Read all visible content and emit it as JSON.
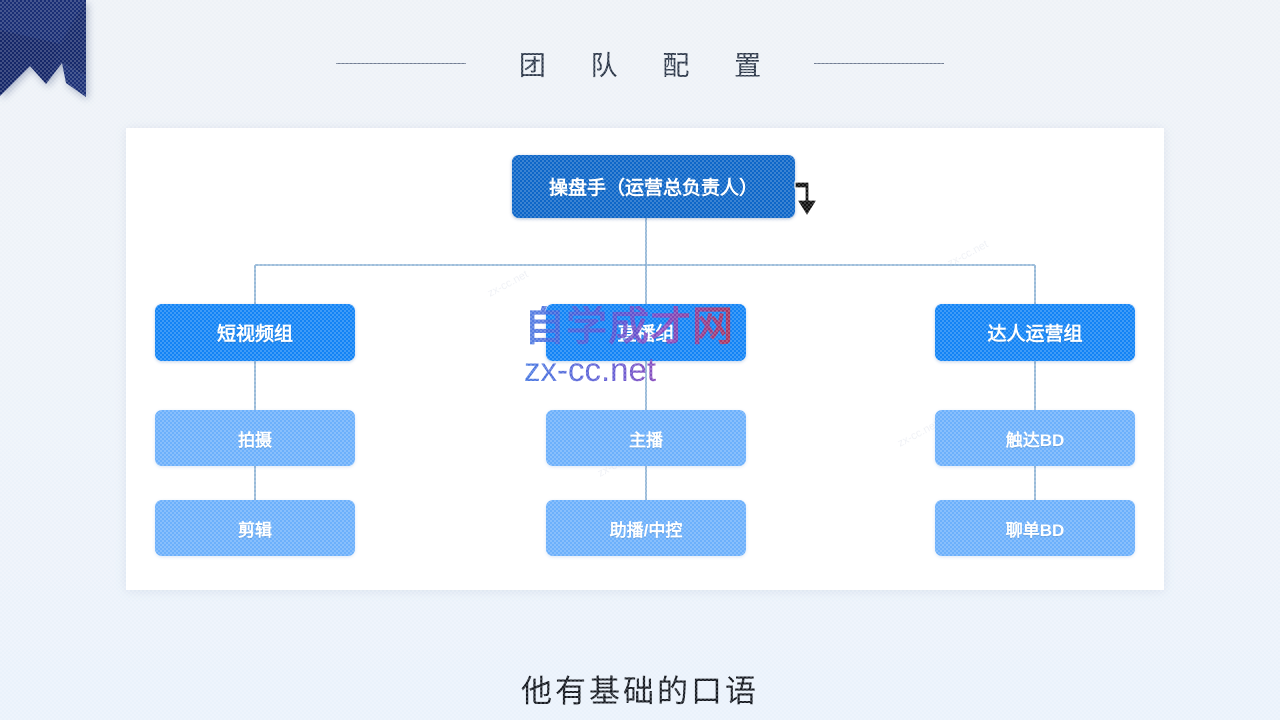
{
  "slide": {
    "title": "团 队 配 置",
    "caption": "他有基础的口语"
  },
  "decor": {
    "ribbon_name": "corner-ribbon",
    "ribbon_color": "#16296b",
    "cursor_name": "mouse-pointer-arrow"
  },
  "watermark": {
    "brand": "自学成才网",
    "url": "zx-cc.net",
    "tile": "zx-cc.net"
  },
  "colors": {
    "root": "#0d66c8",
    "group": "#1283f5",
    "leaf": "#6cb0fb",
    "connector": "#7fa8cf",
    "card": "#ffffff",
    "background": "#eef3f8",
    "title": "#2b3648"
  },
  "chart_data": {
    "type": "org-chart",
    "title": "团 队 配 置",
    "root": {
      "label": "操盘手（运营总负责人）",
      "level": "root"
    },
    "branches": [
      {
        "label": "短视频组",
        "level": "group",
        "children": [
          {
            "label": "拍摄",
            "level": "leaf"
          },
          {
            "label": "剪辑",
            "level": "leaf"
          }
        ]
      },
      {
        "label": "直播组",
        "level": "group",
        "children": [
          {
            "label": "主播",
            "level": "leaf"
          },
          {
            "label": "助播/中控",
            "level": "leaf"
          }
        ]
      },
      {
        "label": "达人运营组",
        "level": "group",
        "children": [
          {
            "label": "触达BD",
            "level": "leaf"
          },
          {
            "label": "聊单BD",
            "level": "leaf"
          }
        ]
      }
    ]
  }
}
